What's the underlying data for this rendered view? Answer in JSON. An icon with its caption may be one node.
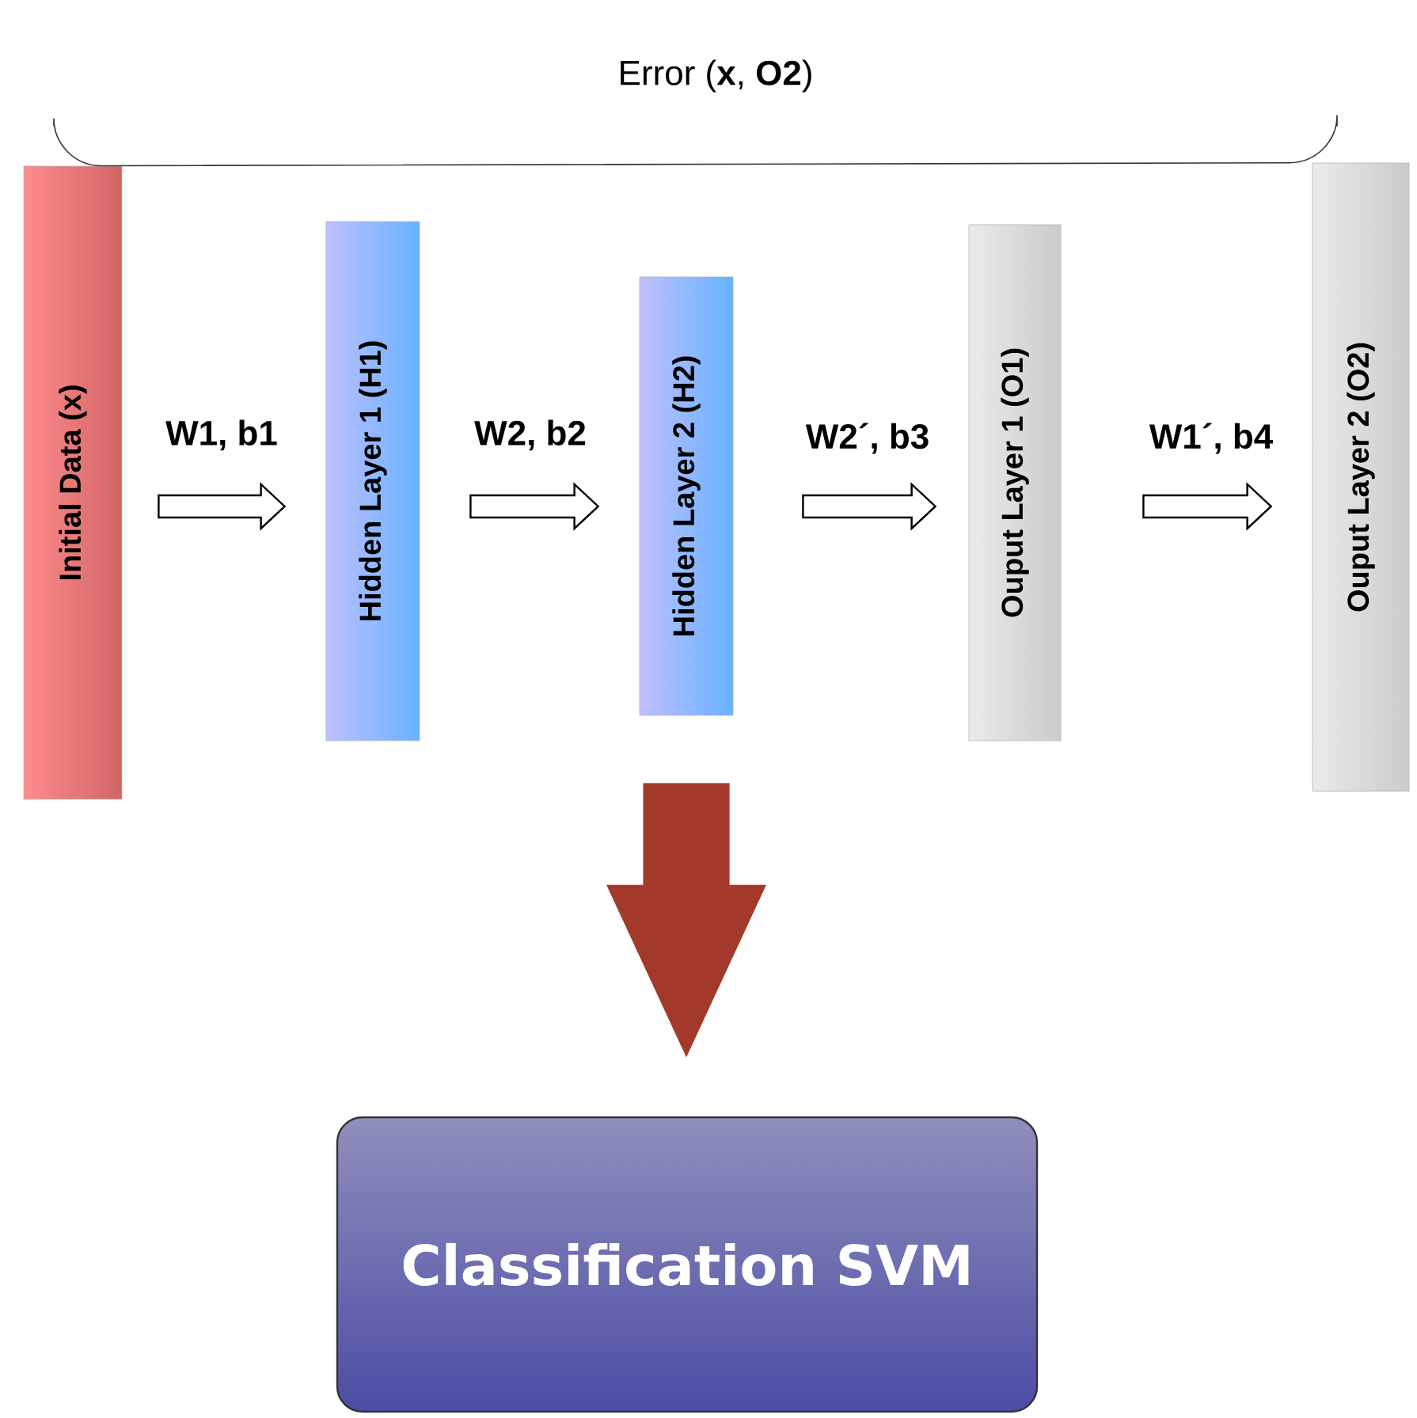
{
  "diagram": {
    "nodes": [
      {
        "text": [
          "Initial Data (x)"
        ]
      },
      {
        "text": [
          "Hidden Layer 1 (H1)"
        ]
      },
      {
        "text": [
          "Hidden Layer 2 (H2)"
        ]
      },
      {
        "text": [
          "Ouput Layer 1 (O1)"
        ]
      },
      {
        "text": [
          "Ouput Layer 2 (O2)"
        ]
      },
      {
        "text": [
          "Classification SVM"
        ]
      }
    ],
    "edges": [
      {
        "from": 0,
        "to": 1,
        "arrow": "to",
        "label": "W1, b1"
      },
      {
        "from": 1,
        "to": 2,
        "arrow": "to",
        "label": "W2, b2"
      },
      {
        "from": 2,
        "to": 3,
        "arrow": "to",
        "label": "W2´, b3"
      },
      {
        "from": 3,
        "to": 4,
        "arrow": "to",
        "label": "W1´, b4"
      },
      {
        "from": 0,
        "to": 4,
        "arrow": "none",
        "label": "Error (**x**, **O2**)"
      },
      {
        "from": 2,
        "to": 5,
        "arrow": "to",
        "color": "#a3392b"
      }
    ]
  }
}
